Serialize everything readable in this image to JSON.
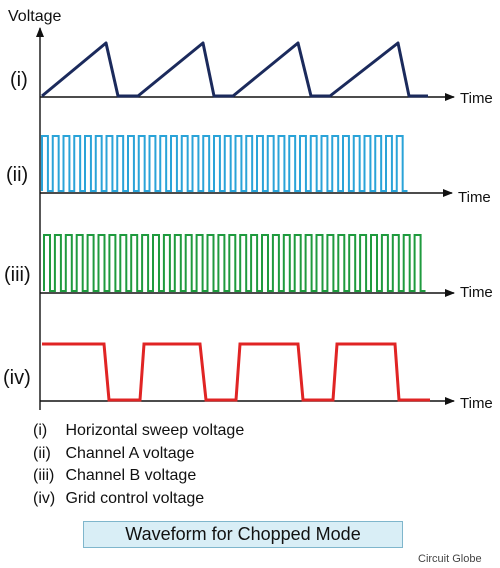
{
  "y_axis_label": "Voltage",
  "time_label": "Time",
  "rows": [
    {
      "id": "i",
      "label": "(i)",
      "color": "#1b2a5c",
      "wave": "sawtooth"
    },
    {
      "id": "ii",
      "label": "(ii)",
      "color": "#2aa3d8",
      "wave": "pulse_train"
    },
    {
      "id": "iii",
      "label": "(iii)",
      "color": "#1f9a3e",
      "wave": "pulse_train"
    },
    {
      "id": "iv",
      "label": "(iv)",
      "color": "#e02424",
      "wave": "square"
    }
  ],
  "legend": [
    {
      "num": "(i)",
      "text": "Horizontal sweep voltage"
    },
    {
      "num": "(ii)",
      "text": "Channel A voltage"
    },
    {
      "num": "(iii)",
      "text": "Channel B voltage"
    },
    {
      "num": "(iv)",
      "text": "Grid control voltage"
    }
  ],
  "caption": "Waveform for Chopped Mode",
  "credit": "Circuit Globe"
}
